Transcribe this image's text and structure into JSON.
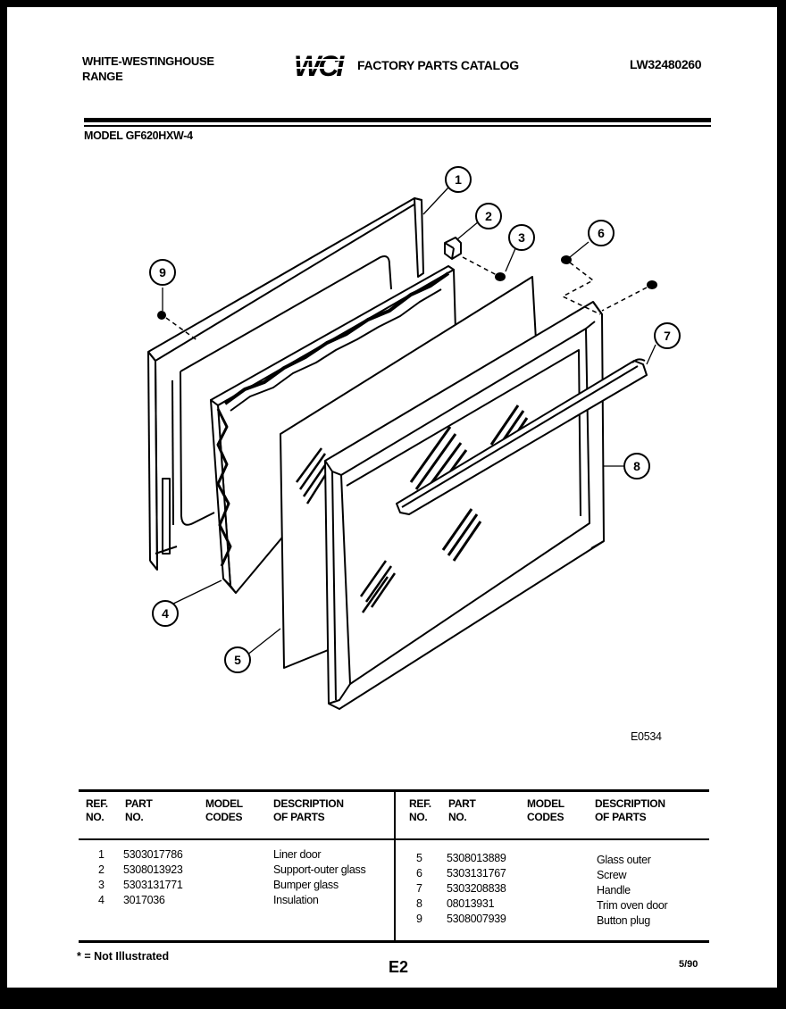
{
  "header": {
    "brand_line1": "WHITE-WESTINGHOUSE",
    "brand_line2": "RANGE",
    "logo_text": "WCI",
    "catalog_title": "FACTORY PARTS CATALOG",
    "doc_number": "LW32480260",
    "model": "MODEL GF620HXW-4"
  },
  "diagram": {
    "callouts": [
      "1",
      "2",
      "3",
      "4",
      "5",
      "6",
      "7",
      "8",
      "9"
    ],
    "figure_code": "E0534"
  },
  "table": {
    "headers": {
      "ref": "REF.\nNO.",
      "part": "PART\nNO.",
      "model": "MODEL\nCODES",
      "desc": "DESCRIPTION\nOF PARTS"
    },
    "left_rows": [
      {
        "ref": "1",
        "part": "5303017786",
        "desc": "Liner door"
      },
      {
        "ref": "2",
        "part": "5308013923",
        "desc": "Support-outer glass"
      },
      {
        "ref": "3",
        "part": "5303131771",
        "desc": "Bumper glass"
      },
      {
        "ref": "4",
        "part": "3017036",
        "desc": "Insulation"
      }
    ],
    "right_rows": [
      {
        "ref": "5",
        "part": "5308013889",
        "desc": "Glass outer"
      },
      {
        "ref": "6",
        "part": "5303131767",
        "desc": "Screw"
      },
      {
        "ref": "7",
        "part": "5303208838",
        "desc": "Handle"
      },
      {
        "ref": "8",
        "part": "08013931",
        "desc": "Trim oven door"
      },
      {
        "ref": "9",
        "part": "5308007939",
        "desc": "Button plug"
      }
    ]
  },
  "footer": {
    "footnote": "* = Not Illustrated",
    "page_id": "E2",
    "date": "5/90"
  }
}
